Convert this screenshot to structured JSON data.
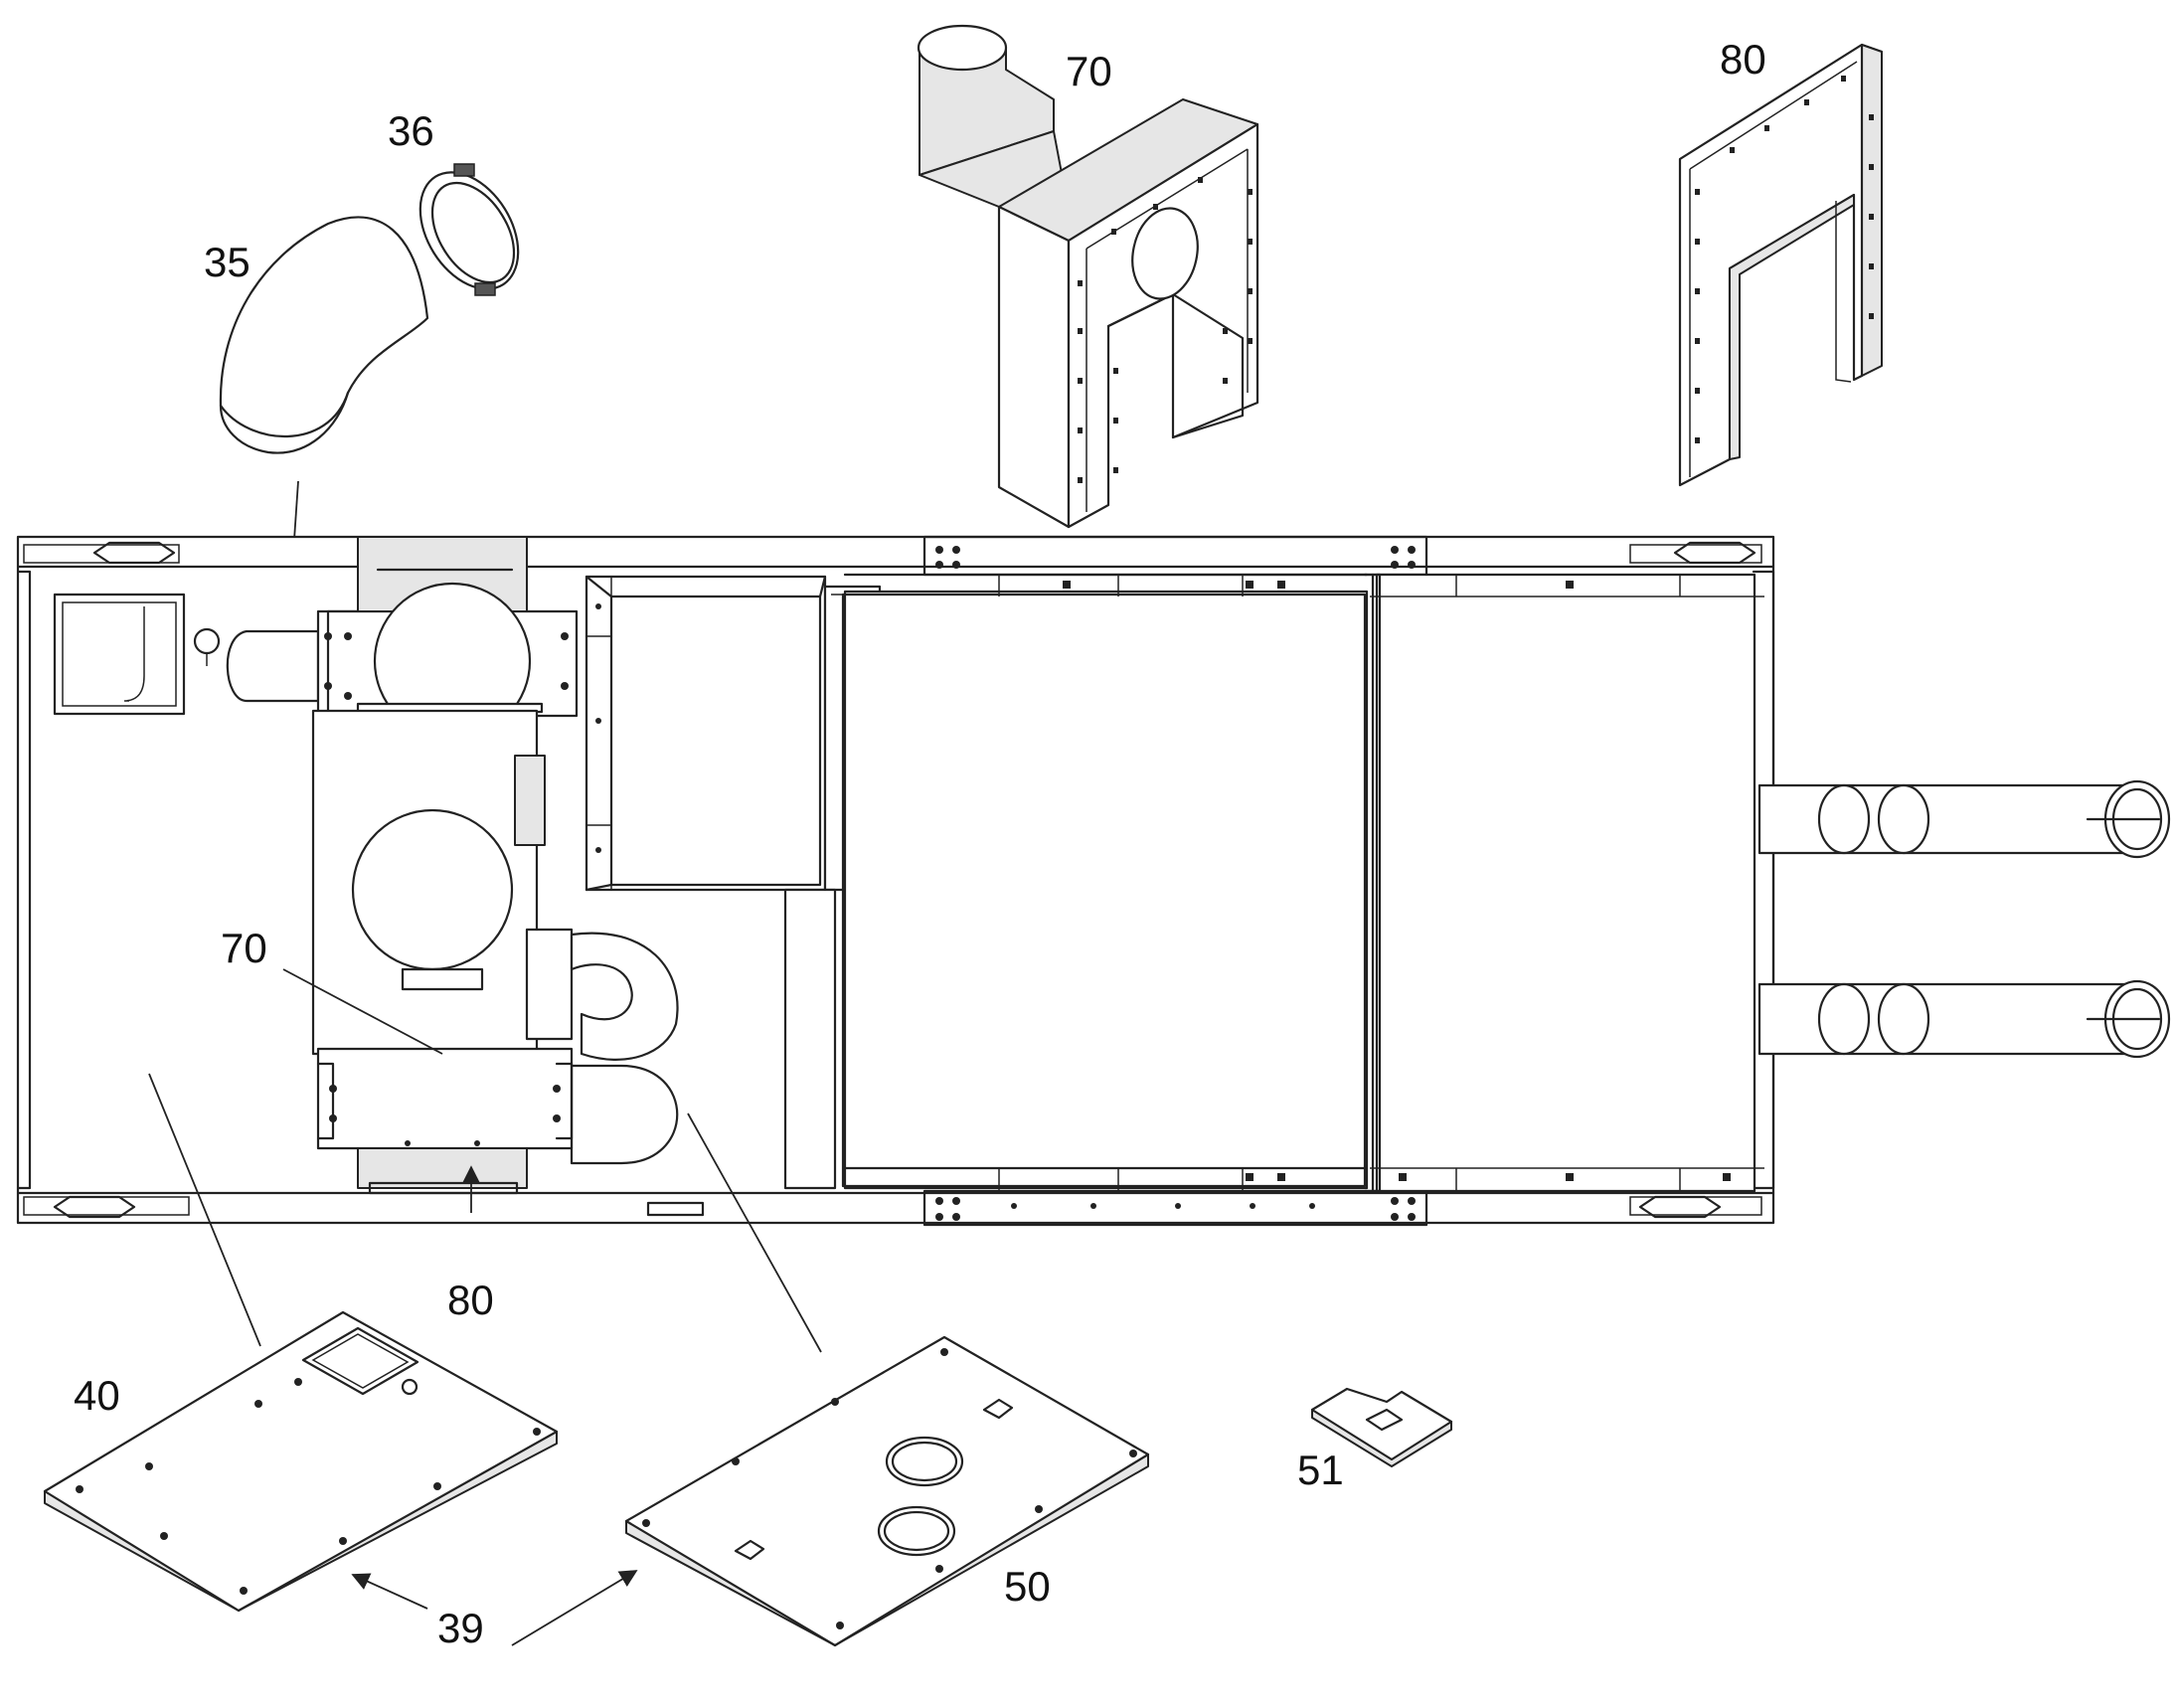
{
  "diagram": {
    "callouts": {
      "c70_top": "70",
      "c80_top": "80",
      "c36": "36",
      "c35": "35",
      "c70_mid": "70",
      "c80_mid": "80",
      "c40": "40",
      "c50": "50",
      "c51": "51",
      "c39": "39"
    }
  }
}
